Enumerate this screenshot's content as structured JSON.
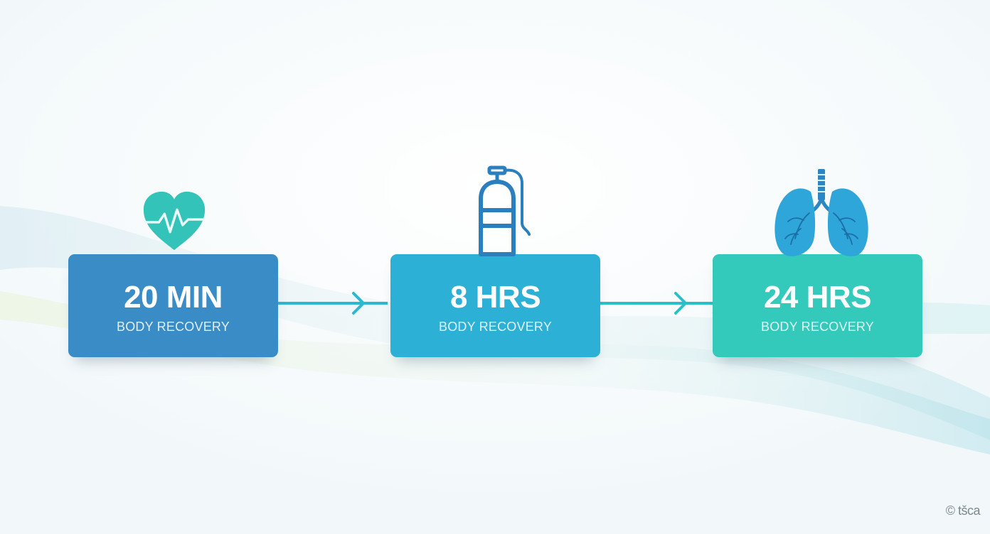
{
  "steps": [
    {
      "value": "20 MIN",
      "label": "BODY RECOVERY",
      "icon": "heart-pulse-icon"
    },
    {
      "value": "8 HRS",
      "label": "BODY RECOVERY",
      "icon": "oxygen-tank-icon"
    },
    {
      "value": "24 HRS",
      "label": "BODY RECOVERY",
      "icon": "lungs-icon"
    }
  ],
  "watermark": "© tšca",
  "colors": {
    "step1": "#3a8cc6",
    "step2": "#2db0d6",
    "step3": "#33c9bb",
    "connector": "#2bb8d1",
    "heart": "#33c3b8",
    "tank": "#2a7fbf",
    "lungs": "#2fa6d9"
  }
}
